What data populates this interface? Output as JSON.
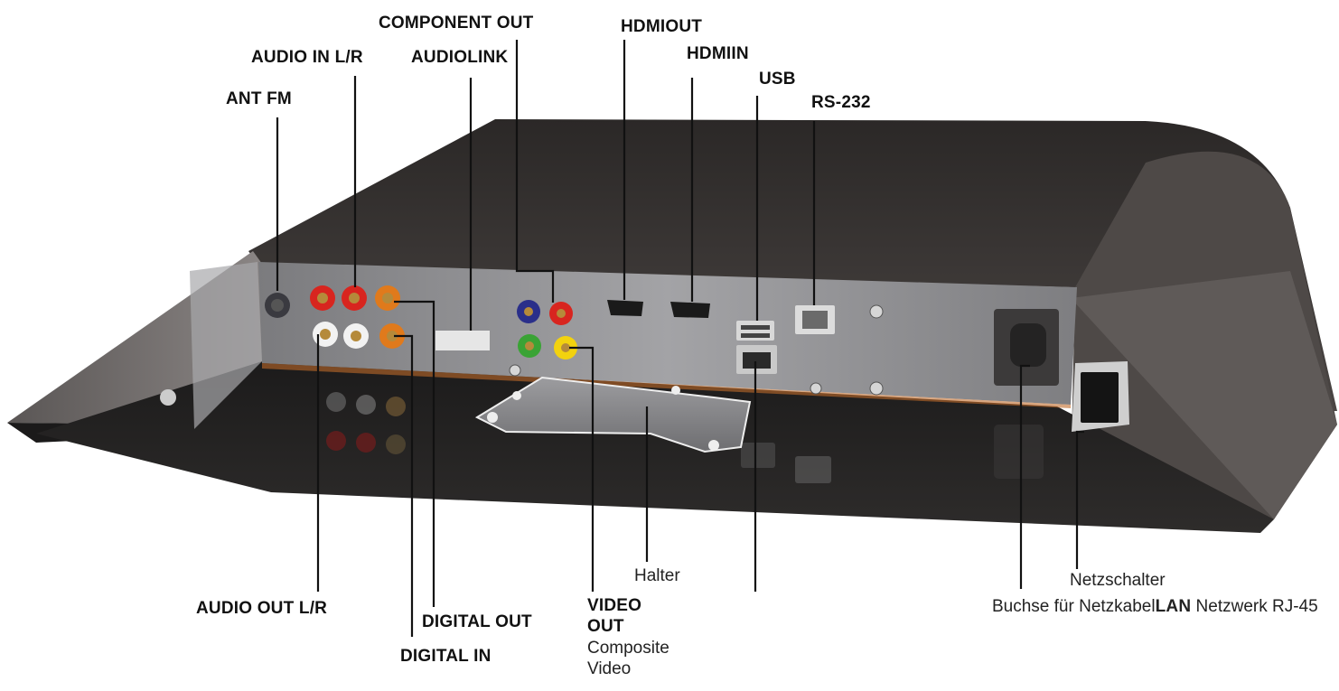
{
  "labels": {
    "ant_fm": "ANT FM",
    "audio_in": "AUDIO IN L/R",
    "component_out": "COMPONENT OUT",
    "audiolink": "AUDIOLINK",
    "hdmi_out": "HDMIOUT",
    "hdmi_in": "HDMIIN",
    "usb": "USB",
    "rs232": "RS-232",
    "audio_out": "AUDIO OUT L/R",
    "digital_out": "DIGITAL OUT",
    "digital_in": "DIGITAL IN",
    "video_out_1": "VIDEO",
    "video_out_2": "OUT",
    "composite_1": "Composite",
    "composite_2": "Video",
    "halter": "Halter",
    "netzschalter": "Netzschalter",
    "buchse": "Buchse für Netzkabel",
    "lan_bold": "LAN",
    "lan_rest": " Netzwerk RJ-45"
  },
  "colors": {
    "jack_red": "#d8251f",
    "jack_white": "#f2f2f2",
    "jack_orange": "#e07a1c",
    "jack_green": "#3aa335",
    "jack_yellow": "#f2d20f",
    "jack_blue": "#2a2f8a",
    "jack_gold": "#b58a3a",
    "device_body": "#3a3634",
    "panel": "#8f8f91",
    "leader": "#111111"
  }
}
